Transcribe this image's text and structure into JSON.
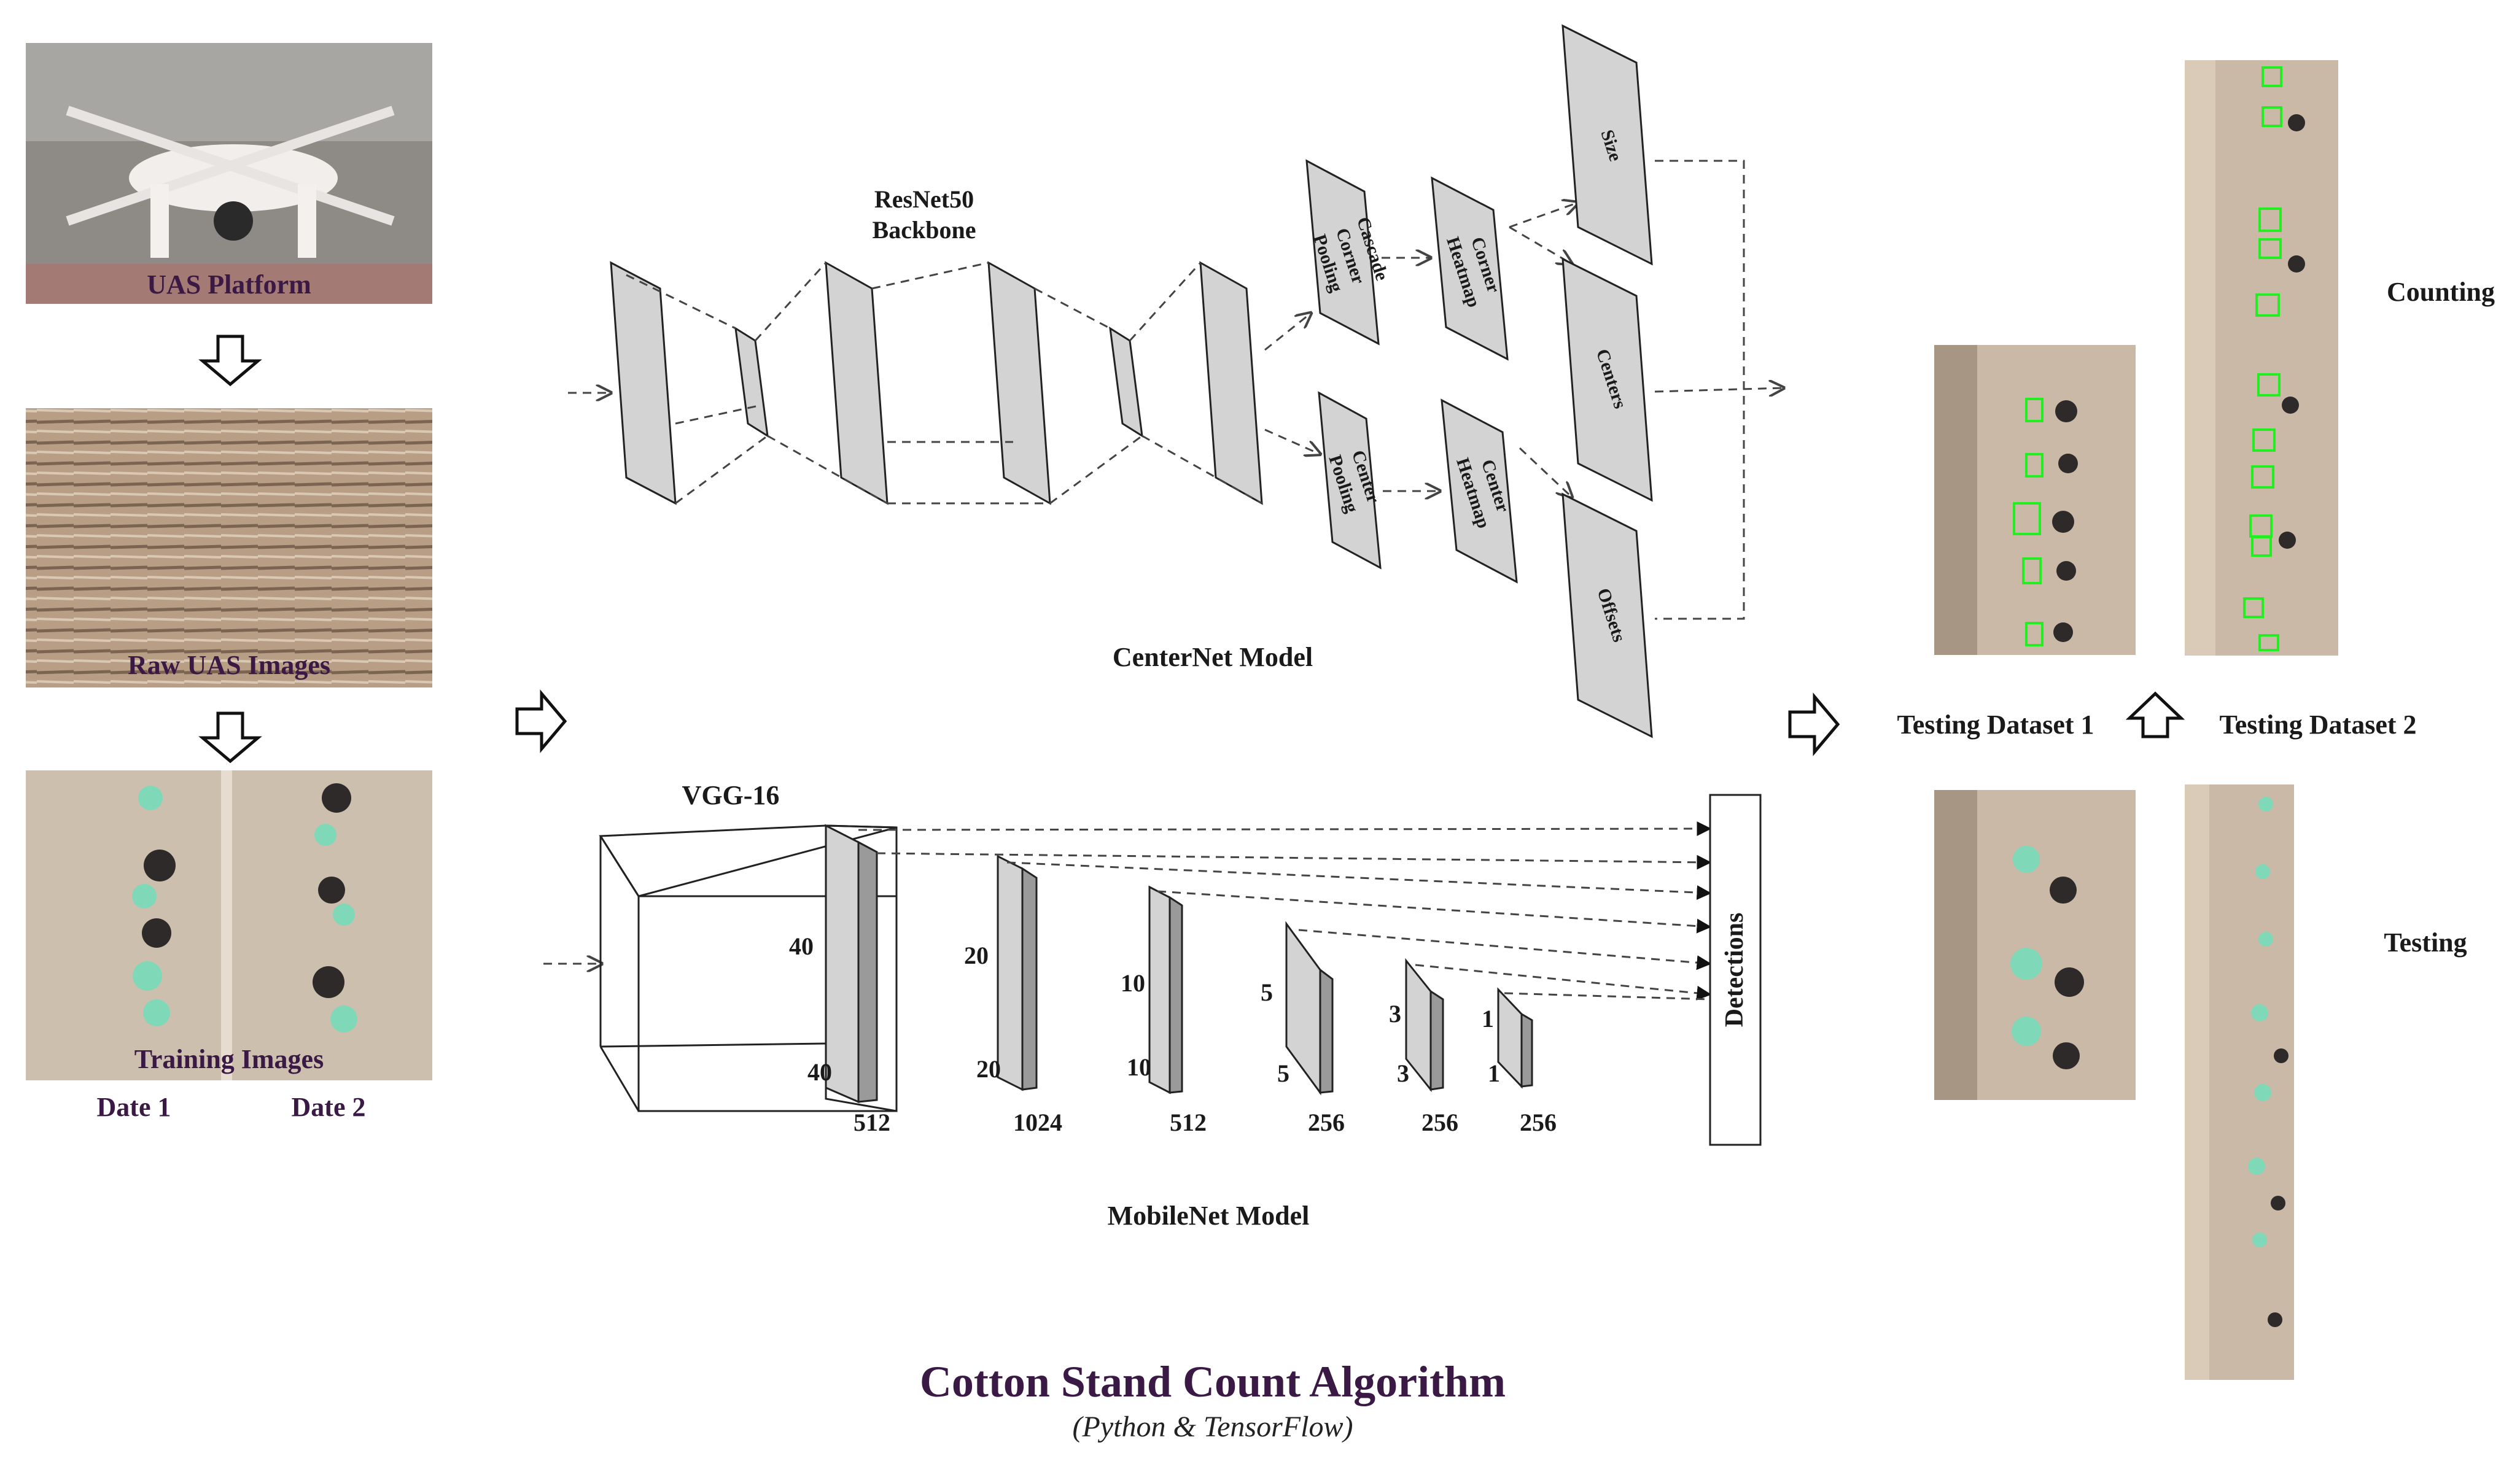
{
  "pipeline": {
    "uas_platform_label": "UAS Platform",
    "raw_images_label": "Raw UAS Images",
    "training_images_label": "Training Images",
    "date1_label": "Date 1",
    "date2_label": "Date 2"
  },
  "centernet": {
    "backbone_line1": "ResNet50",
    "backbone_line2": "Backbone",
    "model_label": "CenterNet Model",
    "cascade_line1": "Cascade",
    "cascade_line2": "Corner",
    "cascade_line3": "Pooling",
    "corner_heatmap_line1": "Corner",
    "corner_heatmap_line2": "Heatmap",
    "center_pooling_line1": "Center",
    "center_pooling_line2": "Pooling",
    "center_heatmap_line1": "Center",
    "center_heatmap_line2": "Heatmap",
    "size_label": "Size",
    "centers_label": "Centers",
    "offsets_label": "Offsets"
  },
  "mobilenet": {
    "vgg_label": "VGG-16",
    "model_label": "MobileNet Model",
    "detections_label": "Detections",
    "layers": [
      {
        "h": "40",
        "w": "40",
        "c": "512"
      },
      {
        "h": "20",
        "w": "20",
        "c": "1024"
      },
      {
        "h": "10",
        "w": "10",
        "c": "512"
      },
      {
        "h": "5",
        "w": "5",
        "c": "256"
      },
      {
        "h": "3",
        "w": "3",
        "c": "256"
      },
      {
        "h": "1",
        "w": "1",
        "c": "256"
      }
    ]
  },
  "results": {
    "counting_label": "Counting",
    "testing_label": "Testing",
    "dataset1_label": "Testing Dataset 1",
    "dataset2_label": "Testing Dataset 2"
  },
  "footer": {
    "title": "Cotton Stand Count Algorithm",
    "subtitle": "(Python & TensorFlow)"
  },
  "colors": {
    "layer_face": "#d3d3d3",
    "layer_side": "#9a9a9a",
    "soil": "#c9b9a6",
    "plant": "#7fd8b8",
    "shadow": "#2e2a2a",
    "box_green": "#22ee22",
    "label_purple": "#3a1a45"
  }
}
